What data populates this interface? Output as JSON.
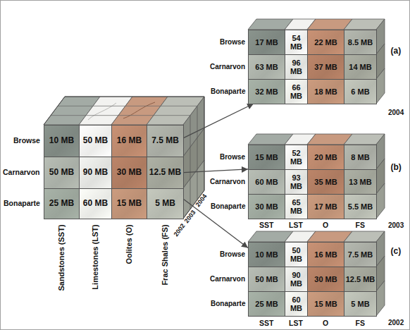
{
  "diagram": {
    "nodes": [
      {
        "text": [
          "10 MB"
        ]
      },
      {
        "text": [
          "50 MB"
        ]
      },
      {
        "text": [
          "16 MB"
        ]
      },
      {
        "text": [
          "7.5 MB"
        ]
      },
      {
        "text": [
          "50 MB"
        ]
      },
      {
        "text": [
          "90 MB"
        ]
      },
      {
        "text": [
          "30 MB"
        ]
      },
      {
        "text": [
          "12.5 MB"
        ]
      },
      {
        "text": [
          "25 MB"
        ]
      },
      {
        "text": [
          "60 MB"
        ]
      },
      {
        "text": [
          "15 MB"
        ]
      },
      {
        "text": [
          "5 MB"
        ]
      },
      {
        "text": [
          "(a)"
        ]
      },
      {
        "text": [
          "17 MB"
        ],
        "in": 12
      },
      {
        "text": [
          "54 MB"
        ],
        "in": 12
      },
      {
        "text": [
          "22 MB"
        ],
        "in": 12
      },
      {
        "text": [
          "8.5 MB"
        ],
        "in": 12
      },
      {
        "text": [
          "63 MB"
        ],
        "in": 12
      },
      {
        "text": [
          "96 MB"
        ],
        "in": 12
      },
      {
        "text": [
          "37 MB"
        ],
        "in": 12
      },
      {
        "text": [
          "14 MB"
        ],
        "in": 12
      },
      {
        "text": [
          "32 MB"
        ],
        "in": 12
      },
      {
        "text": [
          "66 MB"
        ],
        "in": 12
      },
      {
        "text": [
          "18 MB"
        ],
        "in": 12
      },
      {
        "text": [
          "6 MB"
        ],
        "in": 12
      },
      {
        "text": [
          "(b)"
        ]
      },
      {
        "text": [
          "15 MB"
        ],
        "in": 25
      },
      {
        "text": [
          "52 MB"
        ],
        "in": 25
      },
      {
        "text": [
          "20 MB"
        ],
        "in": 25
      },
      {
        "text": [
          "8 MB"
        ],
        "in": 25
      },
      {
        "text": [
          "60 MB"
        ],
        "in": 25
      },
      {
        "text": [
          "93 MB"
        ],
        "in": 25
      },
      {
        "text": [
          "35 MB"
        ],
        "in": 25
      },
      {
        "text": [
          "13 MB"
        ],
        "in": 25
      },
      {
        "text": [
          "30 MB"
        ],
        "in": 25
      },
      {
        "text": [
          "65 MB"
        ],
        "in": 25
      },
      {
        "text": [
          "17 MB"
        ],
        "in": 25
      },
      {
        "text": [
          "5.5 MB"
        ],
        "in": 25
      },
      {
        "text": [
          "(c)"
        ]
      },
      {
        "text": [
          "10 MB"
        ],
        "in": 38
      },
      {
        "text": [
          "50 MB"
        ],
        "in": 38
      },
      {
        "text": [
          "16 MB"
        ],
        "in": 38
      },
      {
        "text": [
          "7.5 MB"
        ],
        "in": 38
      },
      {
        "text": [
          "50 MB"
        ],
        "in": 38
      },
      {
        "text": [
          "90 MB"
        ],
        "in": 38
      },
      {
        "text": [
          "30 MB"
        ],
        "in": 38
      },
      {
        "text": [
          "12.5 MB"
        ],
        "in": 38
      },
      {
        "text": [
          "25 MB"
        ],
        "in": 38
      },
      {
        "text": [
          "60 MB"
        ],
        "in": 38
      },
      {
        "text": [
          "15 MB"
        ],
        "in": 38
      },
      {
        "text": [
          "5 MB"
        ],
        "in": 38
      }
    ],
    "edges": [
      {
        "from": 3,
        "to": 12,
        "arrow": "to"
      },
      {
        "from": 7,
        "to": 25,
        "arrow": "to"
      },
      {
        "from": 11,
        "to": 38,
        "arrow": "to"
      }
    ],
    "labels": [
      "Browse",
      "Carnarvon",
      "Bonaparte",
      "Sandstones (SST)",
      "Limestones (LST)",
      "Oolites (O)",
      "Frac Shales (FS)",
      "2004",
      "2003",
      "2002",
      "Browse",
      "Carnarvon",
      "Bonaparte",
      "2004",
      "Browse",
      "Carnarvon",
      "Bonaparte",
      "SST",
      "LST",
      "O",
      "FS",
      "2003",
      "Browse",
      "Carnarvon",
      "Bonaparte",
      "SST",
      "LST",
      "O",
      "FS",
      "2002"
    ]
  }
}
